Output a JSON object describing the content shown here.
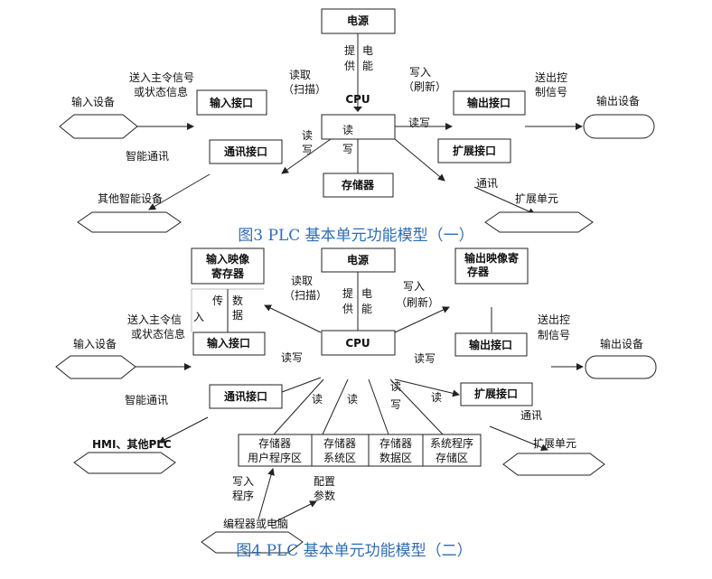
{
  "diagram1": {
    "power": "电源",
    "provide_v1": "提",
    "provide_v2": "供",
    "power_v1": "电",
    "power_v2": "能",
    "read_scan_1": "读取",
    "read_scan_2": "（扫描）",
    "write_refresh_1": "写入",
    "write_refresh_2": "（刷新）",
    "send_cmd_1": "送入主令信号",
    "send_cmd_2": "或状态信息",
    "output_ctrl_1": "送出控",
    "output_ctrl_2": "制信号",
    "input_device": "输入设备",
    "output_device": "输出设备",
    "input_port": "输入接口",
    "output_port": "输出接口",
    "cpu": "CPU",
    "read_write_center": "读写",
    "comm_port": "通讯接口",
    "expand_port": "扩展接口",
    "read_v1": "读",
    "read_v2": "写",
    "read_v3": "读",
    "read_v4": "写",
    "smart_comm": "智能通讯",
    "memory": "存储器",
    "comm": "通讯",
    "other_smart": "其他智能设备",
    "expand_unit": "扩展单元",
    "caption": "图3 PLC 基本单元功能模型（一）"
  },
  "diagram2": {
    "input_image_1": "输入映像",
    "input_image_2": "寄存器",
    "power": "电源",
    "output_image_1": "输出映像寄",
    "output_image_2": "存器",
    "read_scan_1": "读取",
    "read_scan_2": "（扫描）",
    "write_refresh_1": "写入",
    "write_refresh_2": "（刷新）",
    "transfer_v1": "传",
    "transfer_v2": "数",
    "transfer_v3": "入",
    "transfer_v4": "据",
    "provide_v1": "提",
    "provide_v2": "供",
    "power_v1": "电",
    "power_v2": "能",
    "send_cmd_1": "送入主令信",
    "send_cmd_2": "或状态信息",
    "output_ctrl_1": "送出控",
    "output_ctrl_2": "制信号",
    "input_device": "输入设备",
    "output_device": "输出设备",
    "input_port": "输入接口",
    "output_port": "输出接口",
    "cpu": "CPU",
    "rw_left": "读写",
    "rw_right": "读写",
    "smart_comm": "智能通讯",
    "comm_port": "通讯接口",
    "expand_port": "扩展接口",
    "r1": "读",
    "r2": "读",
    "r3a": "读",
    "r3b": "写",
    "r4": "读",
    "comm": "通讯",
    "hmi": "HMI、其他PLC",
    "expand_unit": "扩展单元",
    "mem_user_1": "存储器",
    "mem_user_2": "用户程序区",
    "mem_sys_1": "存储器",
    "mem_sys_2": "系统区",
    "mem_data_1": "存储器",
    "mem_data_2": "数据区",
    "mem_prog_1": "系统程序",
    "mem_prog_2": "存储区",
    "write_prog_1": "写入",
    "write_prog_2": "程序",
    "config_1": "配置",
    "config_2": "参数",
    "programmer": "编程器或电脑",
    "caption": "图4 PLC 基本单元功能模型（二）"
  }
}
